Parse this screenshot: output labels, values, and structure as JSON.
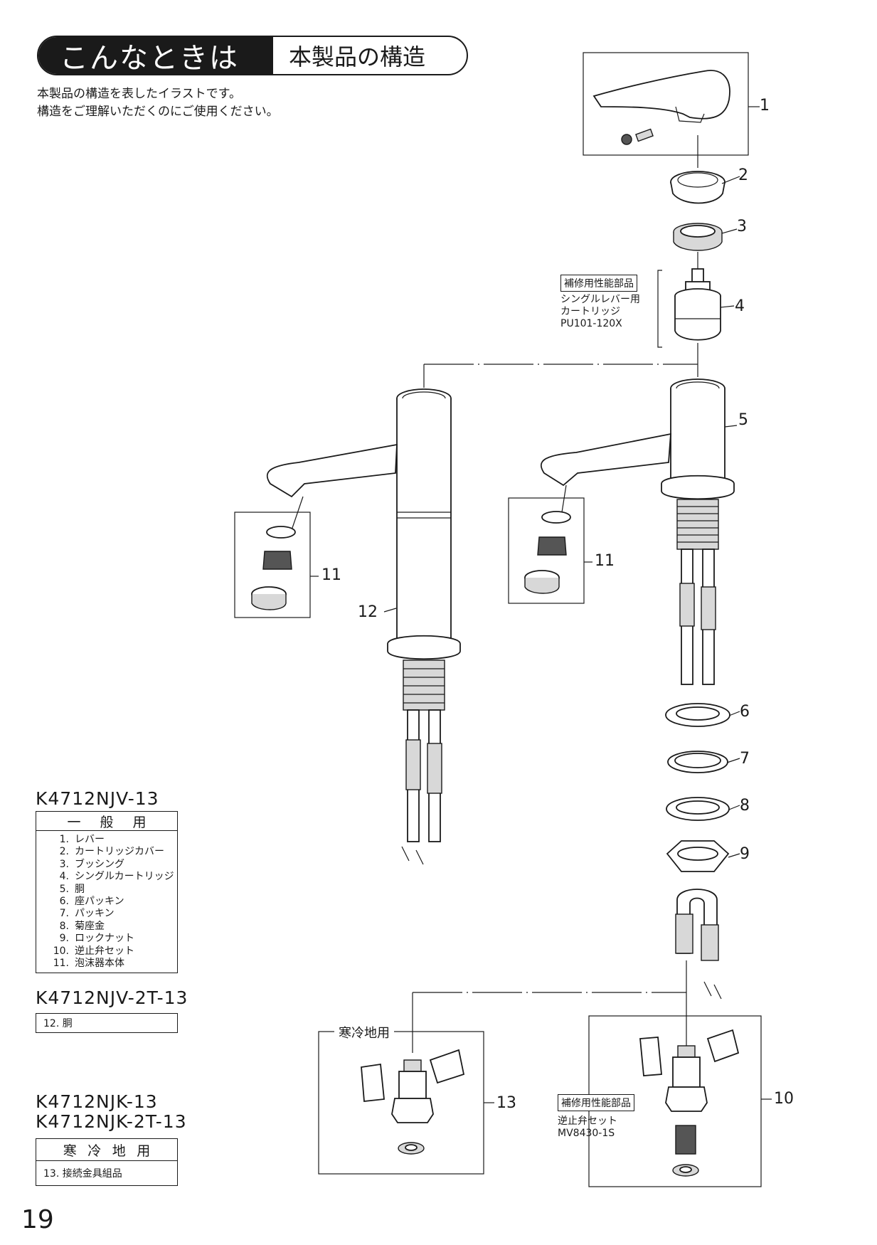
{
  "header": {
    "title": "こんなときは",
    "subtitle": "本製品の構造"
  },
  "intro": {
    "line1": "本製品の構造を表したイラストです。",
    "line2": "構造をご理解いただくのにご使用ください。"
  },
  "models": {
    "general": {
      "code": "K4712NJV-13",
      "header": [
        "一",
        "般",
        "用"
      ],
      "parts": [
        {
          "num": "1.",
          "name": "レバー"
        },
        {
          "num": "2.",
          "name": "カートリッジカバー"
        },
        {
          "num": "3.",
          "name": "ブッシング"
        },
        {
          "num": "4.",
          "name": "シングルカートリッジ"
        },
        {
          "num": "5.",
          "name": "胴"
        },
        {
          "num": "6.",
          "name": "座パッキン"
        },
        {
          "num": "7.",
          "name": "パッキン"
        },
        {
          "num": "8.",
          "name": "菊座金"
        },
        {
          "num": "9.",
          "name": "ロックナット"
        },
        {
          "num": "10.",
          "name": "逆止弁セット"
        },
        {
          "num": "11.",
          "name": "泡沫器本体"
        }
      ]
    },
    "tall": {
      "code": "K4712NJV-2T-13",
      "part": "12.  胴"
    },
    "cold": {
      "code1": "K4712NJK-13",
      "code2": "K4712NJK-2T-13",
      "header": [
        "寒",
        "冷",
        "地",
        "用"
      ],
      "part": "13.  接続金具組品"
    }
  },
  "diagram": {
    "callouts": {
      "c1": "1",
      "c2": "2",
      "c3": "3",
      "c4": "4",
      "c5": "5",
      "c6": "6",
      "c7": "7",
      "c8": "8",
      "c9": "9",
      "c10": "10",
      "c11a": "11",
      "c11b": "11",
      "c12": "12",
      "c13": "13"
    },
    "cartridge_note": {
      "label": "補修用性能部品",
      "line1": "シングルレバー用",
      "line2": "カートリッジ",
      "line3": "PU101-120X"
    },
    "valve_note": {
      "label": "補修用性能部品",
      "line1": "逆止弁セット",
      "line2": "MV8430-1S"
    },
    "cold_label": "寒冷地用"
  },
  "page_number": "19"
}
